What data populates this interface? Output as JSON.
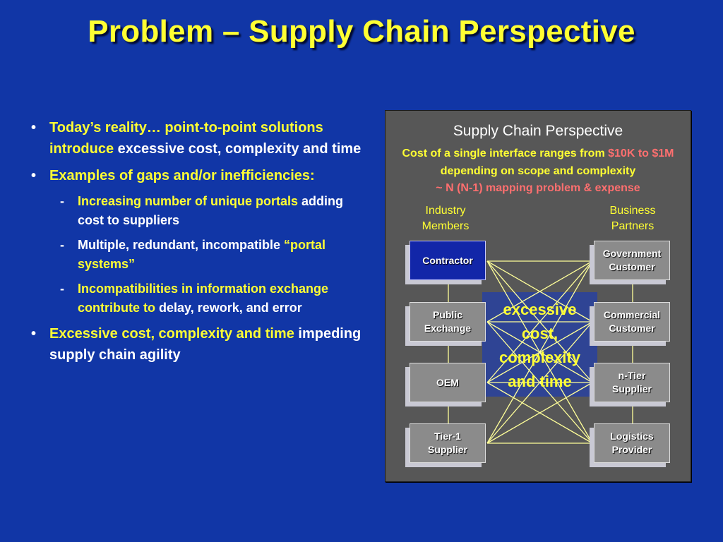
{
  "slide": {
    "title": "Problem – Supply Chain Perspective",
    "bullets": {
      "b1_y": "Today’s reality…  point-to-point solutions introduce",
      "b1_w": " excessive cost, complexity and time",
      "b2_y": "Examples of gaps and/or inefficiencies:",
      "s1_y": "Increasing number of unique portals",
      "s1_w": " adding cost to suppliers",
      "s2_w": "Multiple, redundant, incompatible",
      "s2_y": " “portal systems”",
      "s3_y": "Incompatibilities in information exchange contribute to",
      "s3_w": " delay, rework, and error",
      "b3_y": "Excessive cost, complexity and time",
      "b3_w": " impeding supply chain agility"
    },
    "bullet_symbol": "•",
    "dash_symbol": "-"
  },
  "diagram": {
    "title": "Supply Chain Perspective",
    "sub_part1": "Cost of a single interface ranges from ",
    "sub_part2": "$10K to $1M",
    "sub_part3": " depending on scope and complexity",
    "sub_part4": "~ N (N-1) mapping problem & expense",
    "left_heading_1": "Industry",
    "left_heading_2": "Members",
    "right_heading_1": "Business",
    "right_heading_2": "Partners",
    "left_boxes": [
      {
        "l1": "Contractor",
        "l2": ""
      },
      {
        "l1": "Public",
        "l2": "Exchange"
      },
      {
        "l1": "OEM",
        "l2": ""
      },
      {
        "l1": "Tier-1",
        "l2": "Supplier"
      }
    ],
    "right_boxes": [
      {
        "l1": "Government",
        "l2": "Customer"
      },
      {
        "l1": "Commercial",
        "l2": "Customer"
      },
      {
        "l1": "n-Tier",
        "l2": "Supplier"
      },
      {
        "l1": "Logistics",
        "l2": "Provider"
      }
    ],
    "hub_lines": [
      "excessive",
      "cost,",
      "complexity",
      "and time"
    ],
    "colors": {
      "background": "#1136a6",
      "yellow": "#ffff33",
      "panel": "#575757",
      "box": "#8b8b8b",
      "active_box": "#1226a8",
      "hub": "#2f4494",
      "link": "#ffff99",
      "cost_highlight": "#ff6f6f"
    }
  }
}
